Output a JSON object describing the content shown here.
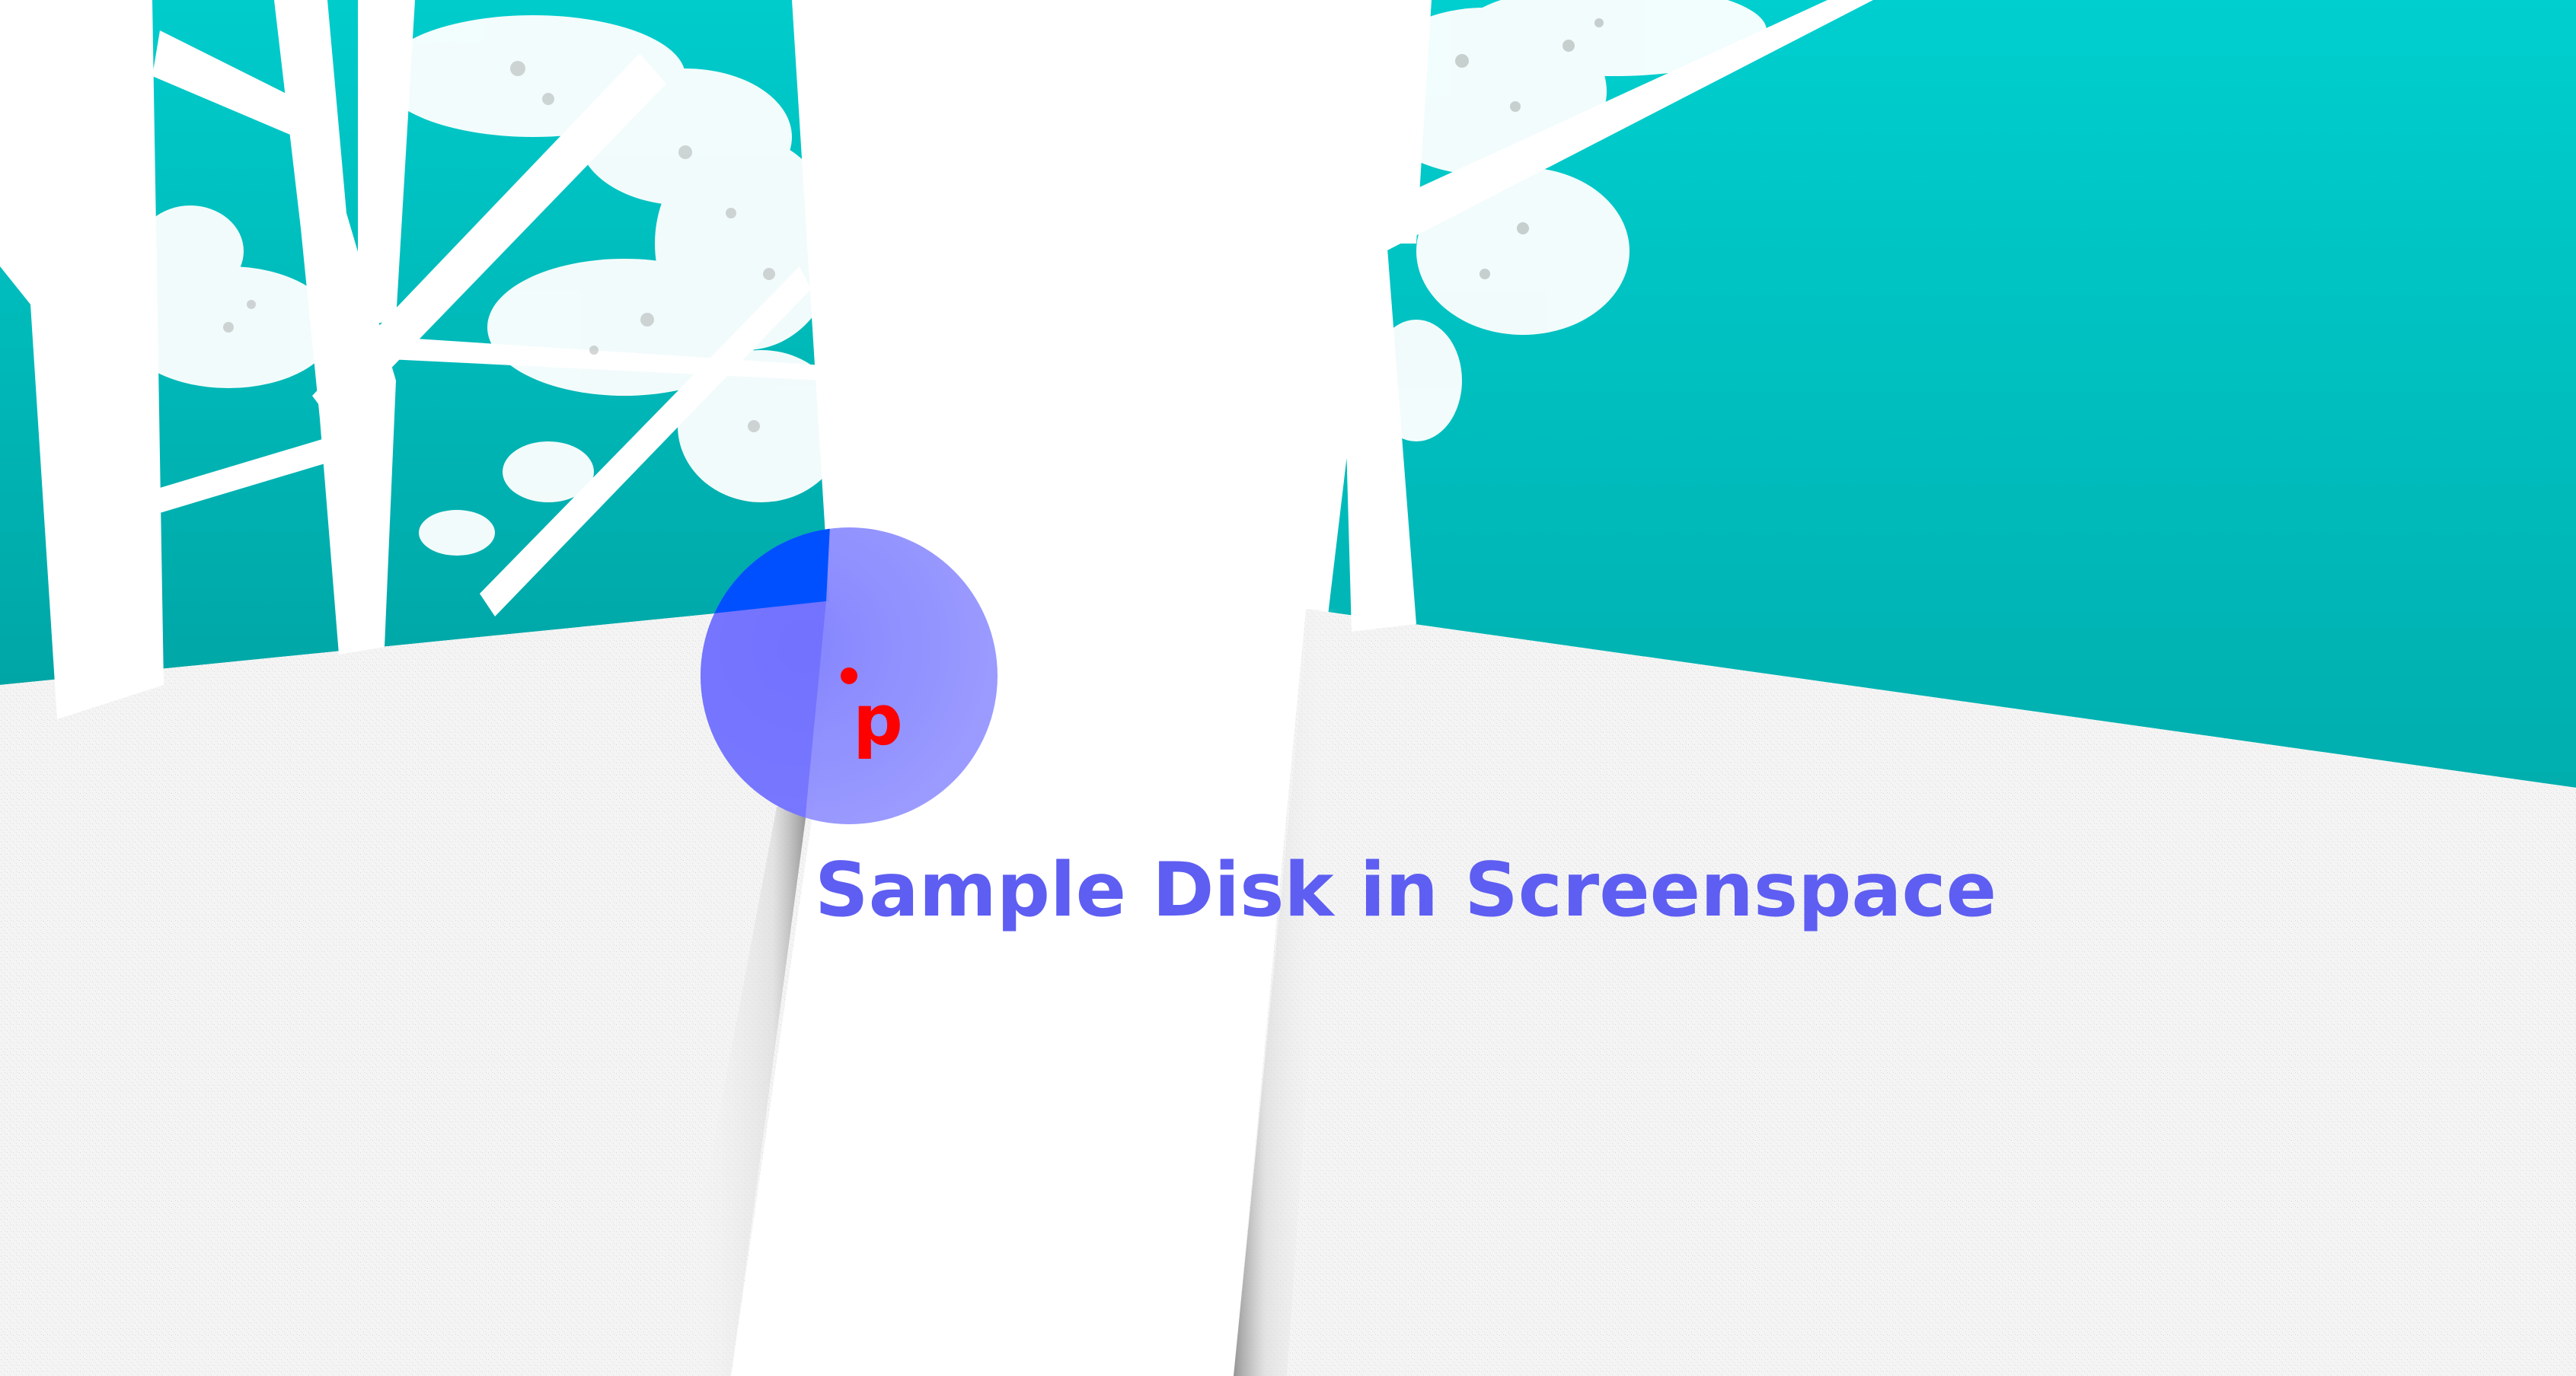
{
  "figure": {
    "point_label": "p",
    "caption": "Sample Disk in Screenspace"
  },
  "colors": {
    "sky_top": "#00c8c8",
    "sky_bottom": "#00a8a8",
    "ground": "#f2f2f2",
    "trunk": "#ffffff",
    "foliage": "#ffffff",
    "disk_fill": "#7a7aff",
    "disk_occluded_cap": "#0050ff",
    "point": "#ff0000",
    "caption": "#5e5ef2"
  },
  "icons": {
    "sample_disk": "disk-overlay",
    "center_point": "dot-marker"
  }
}
